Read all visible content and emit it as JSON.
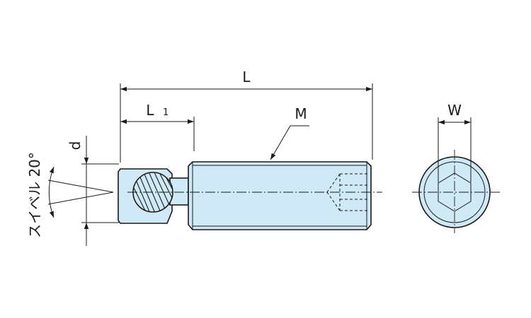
{
  "labels": {
    "length_total": "L",
    "length_ball": "L",
    "length_ball_subscript": "1",
    "thread": "M",
    "diameter": "d",
    "width_across_flats": "W",
    "swivel_angle": "スイベル 20°"
  },
  "colors": {
    "part_fill": "#cfe9f6",
    "line": "#1a1a1a"
  }
}
